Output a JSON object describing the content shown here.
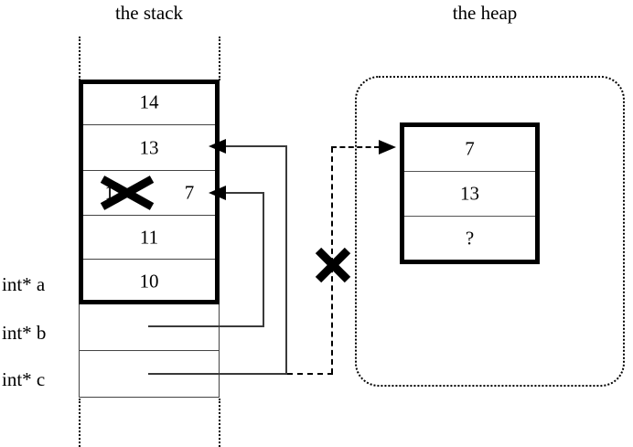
{
  "diagram": {
    "stack_title": "the stack",
    "heap_title": "the heap"
  },
  "stack": {
    "array_cells": [
      {
        "value": "14",
        "struck": false,
        "note": ""
      },
      {
        "value": "13",
        "struck": false,
        "note": ""
      },
      {
        "value": "12",
        "struck": true,
        "note": "7"
      },
      {
        "value": "11",
        "struck": false,
        "note": ""
      },
      {
        "value": "10",
        "struck": false,
        "note": ""
      }
    ],
    "pointer_cells": [
      {
        "value": ""
      },
      {
        "value": ""
      }
    ],
    "labels": [
      {
        "text": "int* a"
      },
      {
        "text": "int* b"
      },
      {
        "text": "int* c"
      }
    ]
  },
  "heap": {
    "cells": [
      {
        "value": "7"
      },
      {
        "value": "13"
      },
      {
        "value": "?"
      }
    ]
  },
  "annotations": {
    "struck_value_mark": "x-cross",
    "broken_pointer_mark": "x-cross"
  },
  "colors": {
    "ink": "#000000",
    "thin_line": "#3a3a3a",
    "background": "#ffffff"
  }
}
